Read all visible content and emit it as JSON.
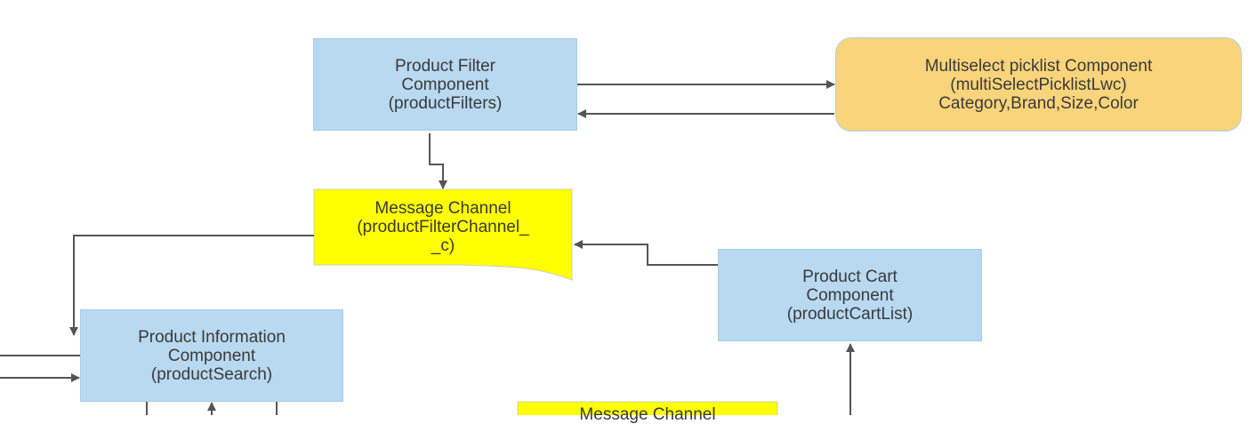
{
  "nodes": {
    "product_filter": {
      "lines": [
        "Product Filter",
        "Component",
        "(productFilters)"
      ]
    },
    "multiselect": {
      "lines": [
        "Multiselect picklist Component",
        "(multiSelectPicklistLwc)",
        "Category,Brand,Size,Color"
      ]
    },
    "message_channel": {
      "lines": [
        "Message Channel",
        "(productFilterChannel_",
        "_c)"
      ]
    },
    "product_cart": {
      "lines": [
        "Product Cart",
        "Component",
        "(productCartList)"
      ]
    },
    "product_info": {
      "lines": [
        "Product Information",
        "Component",
        "(productSearch)"
      ]
    },
    "message_channel_2": {
      "lines": [
        "Message Channel"
      ]
    }
  },
  "colors": {
    "component_fill": "#b8d9f0",
    "picklist_fill": "#fad47a",
    "channel_fill": "#ffff00",
    "connector": "#555555"
  }
}
